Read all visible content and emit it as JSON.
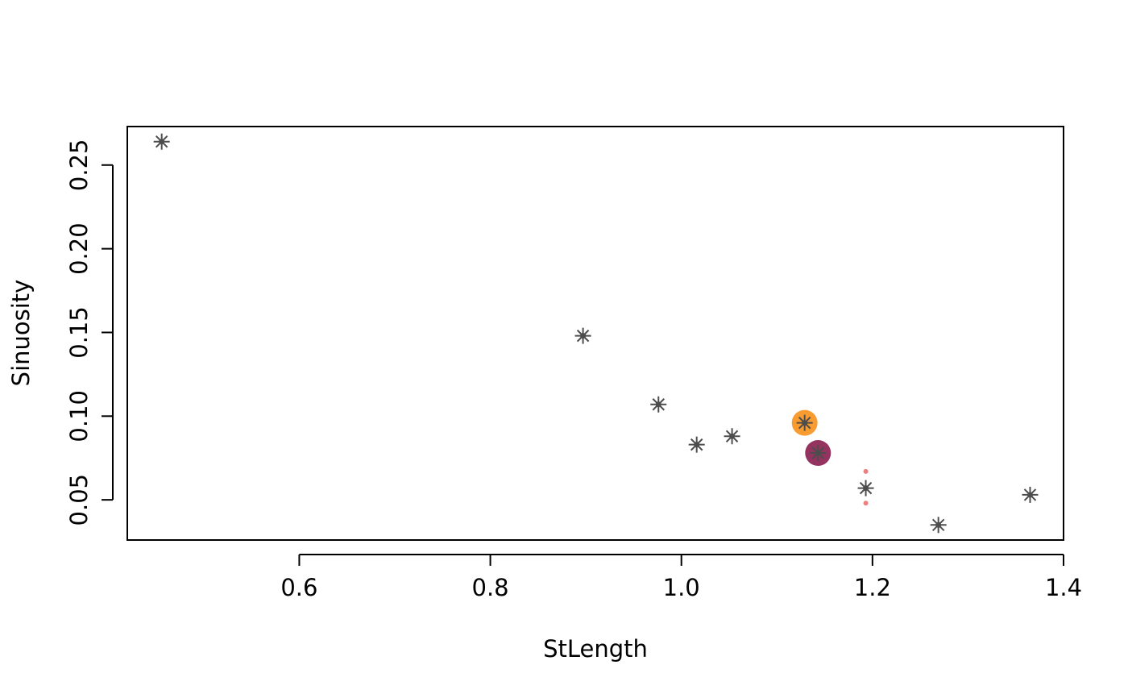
{
  "chart_data": {
    "type": "scatter",
    "title": "",
    "xlabel": "StLength",
    "ylabel": "Sinuosity",
    "xlim": [
      0.42,
      1.4
    ],
    "ylim": [
      0.026,
      0.273
    ],
    "x_ticks": [
      "0.6",
      "0.8",
      "1.0",
      "1.2",
      "1.4"
    ],
    "y_ticks": [
      "0.05",
      "0.10",
      "0.15",
      "0.20",
      "0.25"
    ],
    "grid": false,
    "legend": "none",
    "series": [
      {
        "marker": "asterisk",
        "color": "#4d4d4d",
        "points": [
          {
            "x": 0.456,
            "y": 0.264
          },
          {
            "x": 0.897,
            "y": 0.148
          },
          {
            "x": 0.976,
            "y": 0.107
          },
          {
            "x": 1.016,
            "y": 0.083
          },
          {
            "x": 1.053,
            "y": 0.088
          },
          {
            "x": 1.129,
            "y": 0.096
          },
          {
            "x": 1.143,
            "y": 0.078
          },
          {
            "x": 1.193,
            "y": 0.057
          },
          {
            "x": 1.269,
            "y": 0.035
          },
          {
            "x": 1.365,
            "y": 0.053
          }
        ]
      },
      {
        "marker": "large-circle",
        "color": "#f7931e",
        "points": [
          {
            "x": 1.129,
            "y": 0.096
          }
        ]
      },
      {
        "marker": "large-circle",
        "color": "#8b2252",
        "points": [
          {
            "x": 1.143,
            "y": 0.078
          }
        ]
      },
      {
        "marker": "small-dot",
        "color": "#e8817f",
        "points": [
          {
            "x": 1.193,
            "y": 0.067
          },
          {
            "x": 1.193,
            "y": 0.048
          }
        ]
      }
    ]
  }
}
